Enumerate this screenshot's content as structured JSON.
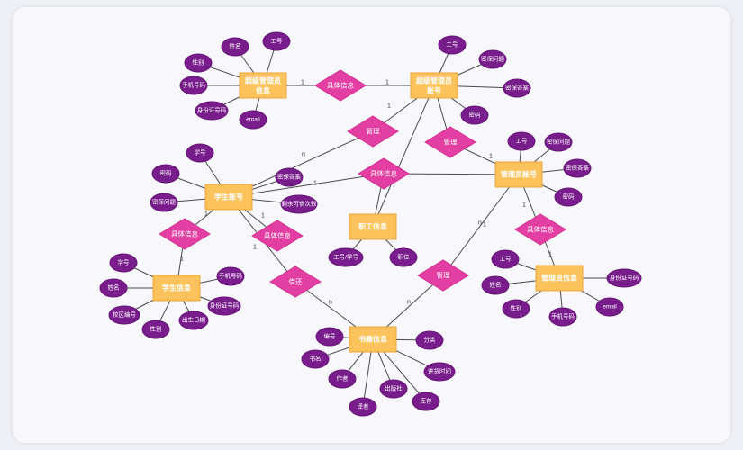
{
  "colors": {
    "entity": "#fcc35c",
    "relation": "#e33fa3",
    "attribute": "#7a1d8c",
    "line": "#4a4a4a"
  },
  "entities": [
    {
      "id": "E1",
      "name": "超级管理员信息"
    },
    {
      "id": "E2",
      "name": "超级管理员账号"
    },
    {
      "id": "E3",
      "name": "学生账号"
    },
    {
      "id": "E4",
      "name": "职工信息"
    },
    {
      "id": "E5",
      "name": "管理员账号"
    },
    {
      "id": "E6",
      "name": "学生信息"
    },
    {
      "id": "E7",
      "name": "管理员信息"
    },
    {
      "id": "E8",
      "name": "书籍信息"
    }
  ],
  "relations": [
    {
      "id": "R1",
      "name": "具体信息"
    },
    {
      "id": "R2",
      "name": "管理"
    },
    {
      "id": "R3",
      "name": "具体信息"
    },
    {
      "id": "R4",
      "name": "管理"
    },
    {
      "id": "R5",
      "name": "具体信息"
    },
    {
      "id": "R6",
      "name": "具体信息"
    },
    {
      "id": "R7",
      "name": "具体信息"
    },
    {
      "id": "R8",
      "name": "借还"
    },
    {
      "id": "R9",
      "name": "管理"
    }
  ],
  "attributes": [
    {
      "id": "a1",
      "name": "姓名"
    },
    {
      "id": "a2",
      "name": "工号"
    },
    {
      "id": "a3",
      "name": "性别"
    },
    {
      "id": "a4",
      "name": "手机号码"
    },
    {
      "id": "a5",
      "name": "身份证号码"
    },
    {
      "id": "a6",
      "name": "email"
    },
    {
      "id": "a7",
      "name": "工号"
    },
    {
      "id": "a8",
      "name": "密保问题"
    },
    {
      "id": "a9",
      "name": "密保答案"
    },
    {
      "id": "a10",
      "name": "密码"
    },
    {
      "id": "a11",
      "name": "学号"
    },
    {
      "id": "a12",
      "name": "密码"
    },
    {
      "id": "a13",
      "name": "密保问题"
    },
    {
      "id": "a14",
      "name": "密保答案"
    },
    {
      "id": "a15",
      "name": "剩余可借次数"
    },
    {
      "id": "a16",
      "name": "工号"
    },
    {
      "id": "a17",
      "name": "密保问题"
    },
    {
      "id": "a18",
      "name": "密保答案"
    },
    {
      "id": "a19",
      "name": "密码"
    },
    {
      "id": "a20",
      "name": "工号/学号"
    },
    {
      "id": "a21",
      "name": "职位"
    },
    {
      "id": "a22",
      "name": "学号"
    },
    {
      "id": "a23",
      "name": "姓名"
    },
    {
      "id": "a24",
      "name": "校区编号"
    },
    {
      "id": "a25",
      "name": "性别"
    },
    {
      "id": "a26",
      "name": "出生日期"
    },
    {
      "id": "a27",
      "name": "手机号码"
    },
    {
      "id": "a28",
      "name": "身份证号码"
    },
    {
      "id": "a29",
      "name": "工号"
    },
    {
      "id": "a30",
      "name": "姓名"
    },
    {
      "id": "a31",
      "name": "性别"
    },
    {
      "id": "a32",
      "name": "手机号码"
    },
    {
      "id": "a33",
      "name": "身份证号码"
    },
    {
      "id": "a34",
      "name": "email"
    },
    {
      "id": "a35",
      "name": "编号"
    },
    {
      "id": "a36",
      "name": "书名"
    },
    {
      "id": "a37",
      "name": "作者"
    },
    {
      "id": "a38",
      "name": "译者"
    },
    {
      "id": "a39",
      "name": "出版社"
    },
    {
      "id": "a40",
      "name": "库存"
    },
    {
      "id": "a41",
      "name": "进货时间"
    },
    {
      "id": "a42",
      "name": "分类"
    }
  ],
  "cardinalities": [
    "1",
    "1",
    "1",
    "n",
    "1",
    "1",
    "n",
    "1",
    "1",
    "1",
    "1",
    "1",
    "1",
    "n",
    "n",
    "1"
  ]
}
